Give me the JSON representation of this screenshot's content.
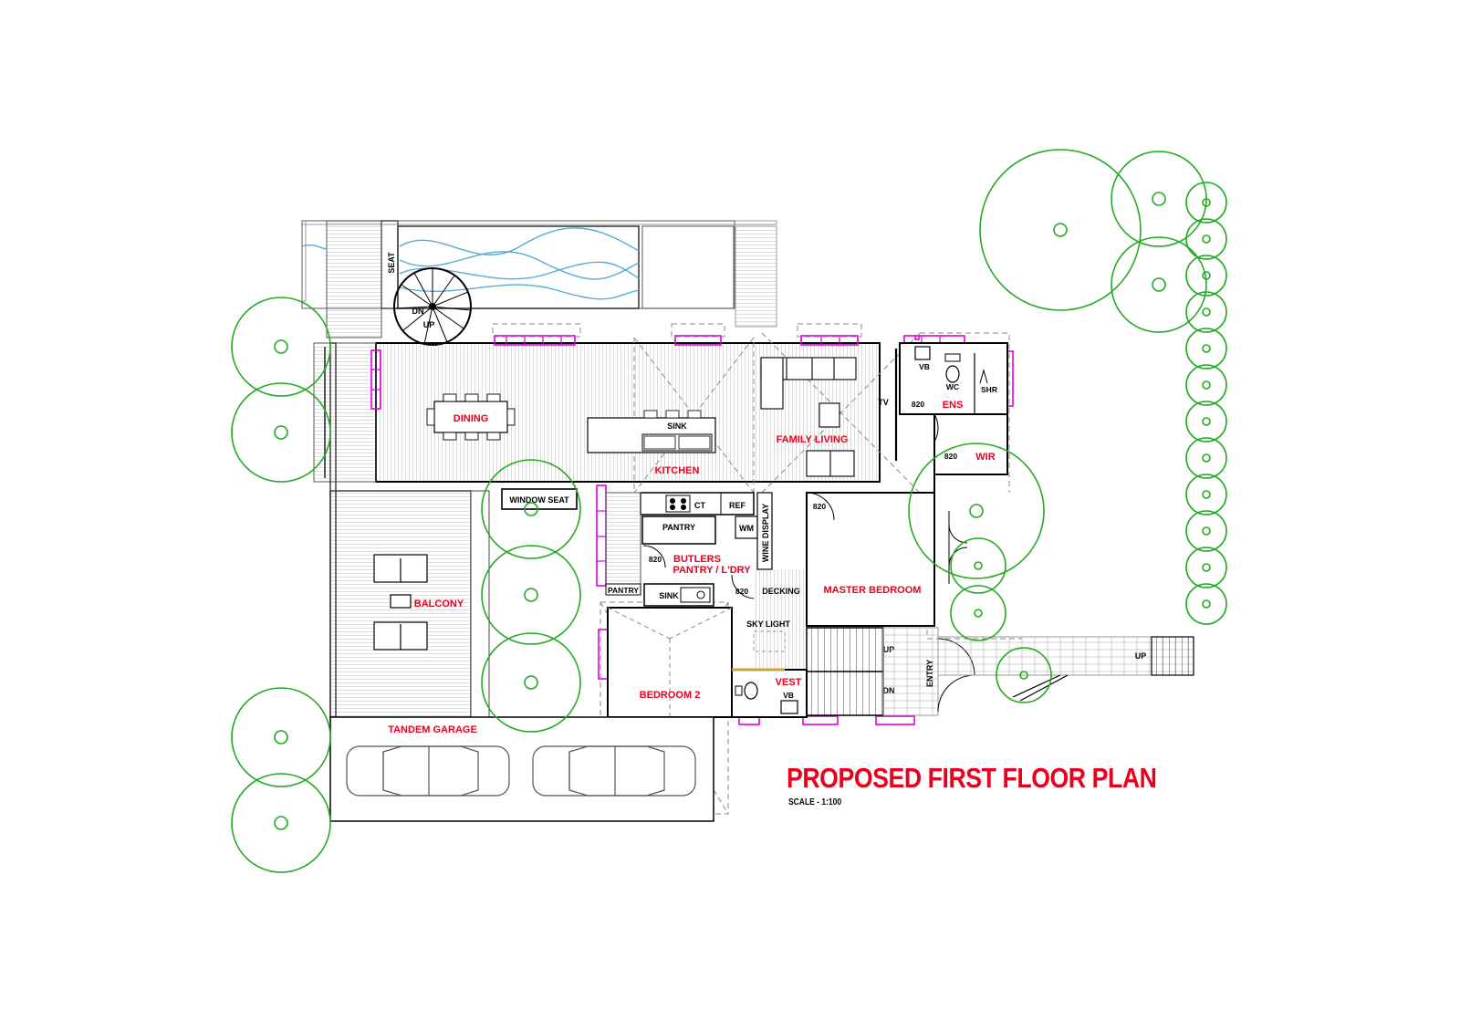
{
  "plan": {
    "title": "PROPOSED FIRST FLOOR PLAN",
    "scale": "SCALE - 1:100"
  },
  "colors": {
    "room_label": "#e8001c",
    "tree": "#22aa22",
    "window": "#e000e0",
    "pool_water": "#5aaad6",
    "wall": "#000000"
  },
  "rooms": {
    "dining": "DINING",
    "kitchen": "KITCHEN",
    "family_living": "FAMILY LIVING",
    "ens": "ENS",
    "wir": "WIR",
    "butlers_line1": "BUTLERS",
    "butlers_line2": "PANTRY / L'DRY",
    "master_bedroom": "MASTER BEDROOM",
    "balcony": "BALCONY",
    "bedroom2": "BEDROOM 2",
    "vest": "VEST",
    "tandem_garage": "TANDEM GARAGE"
  },
  "labels": {
    "seat": "SEAT",
    "dn": "DN",
    "up": "UP",
    "sink": "SINK",
    "tv": "TV",
    "vb": "VB",
    "wc": "WC",
    "shr": "SHR",
    "window_seat": "WINDOW SEAT",
    "ct": "CT",
    "ref": "REF",
    "pantry": "PANTRY",
    "wm": "WM",
    "wine_display": "WINE DISPLAY",
    "pantry_small": "PANTRY",
    "decking": "DECKING",
    "sky_light": "SKY LIGHT",
    "entry": "ENTRY",
    "door_width": "820"
  },
  "icons": {
    "tree": "tree-canopy-icon",
    "car": "car-icon",
    "door": "door-swing-icon",
    "toilet": "toilet-icon",
    "sofa": "sofa-icon"
  }
}
